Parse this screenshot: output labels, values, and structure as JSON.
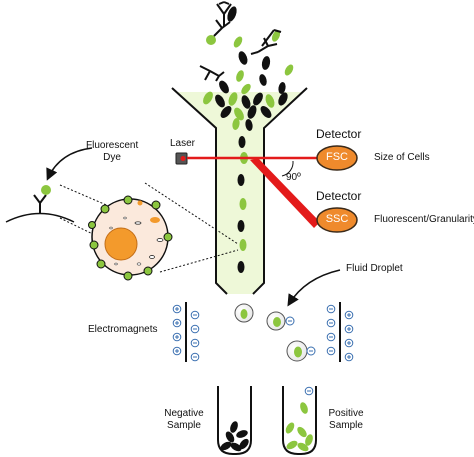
{
  "labels": {
    "laser": "Laser",
    "detector_top": "Detector",
    "detector_bottom": "Detector",
    "fsc": "FSC",
    "ssc": "SSC",
    "size_of_cells": "Size of Cells",
    "fluorescent_granularity": "Fluorescent/Granularity",
    "angle": "90º",
    "fluorescent_dye_line1": "Fluorescent",
    "fluorescent_dye_line2": "Dye",
    "fluid_droplet": "Fluid Droplet",
    "electromagnets": "Electromagnets",
    "negative_line1": "Negative",
    "negative_line2": "Sample",
    "positive_line1": "Positive",
    "positive_line2": "Sample"
  },
  "colors": {
    "cell_green": "#8cc63f",
    "cell_black": "#111111",
    "fluid_fill": "#eef8d8",
    "laser_red": "#e31b1b",
    "detector_orange": "#ef8a2c",
    "nucleus_orange": "#f39a2c",
    "cytoplasm": "#fbe9dc",
    "magnet_blue": "#3a6fb0"
  },
  "icons": {
    "laser_source": "laser-icon",
    "antibody": "antibody-icon",
    "plus": "plus-icon",
    "minus": "minus-icon"
  }
}
